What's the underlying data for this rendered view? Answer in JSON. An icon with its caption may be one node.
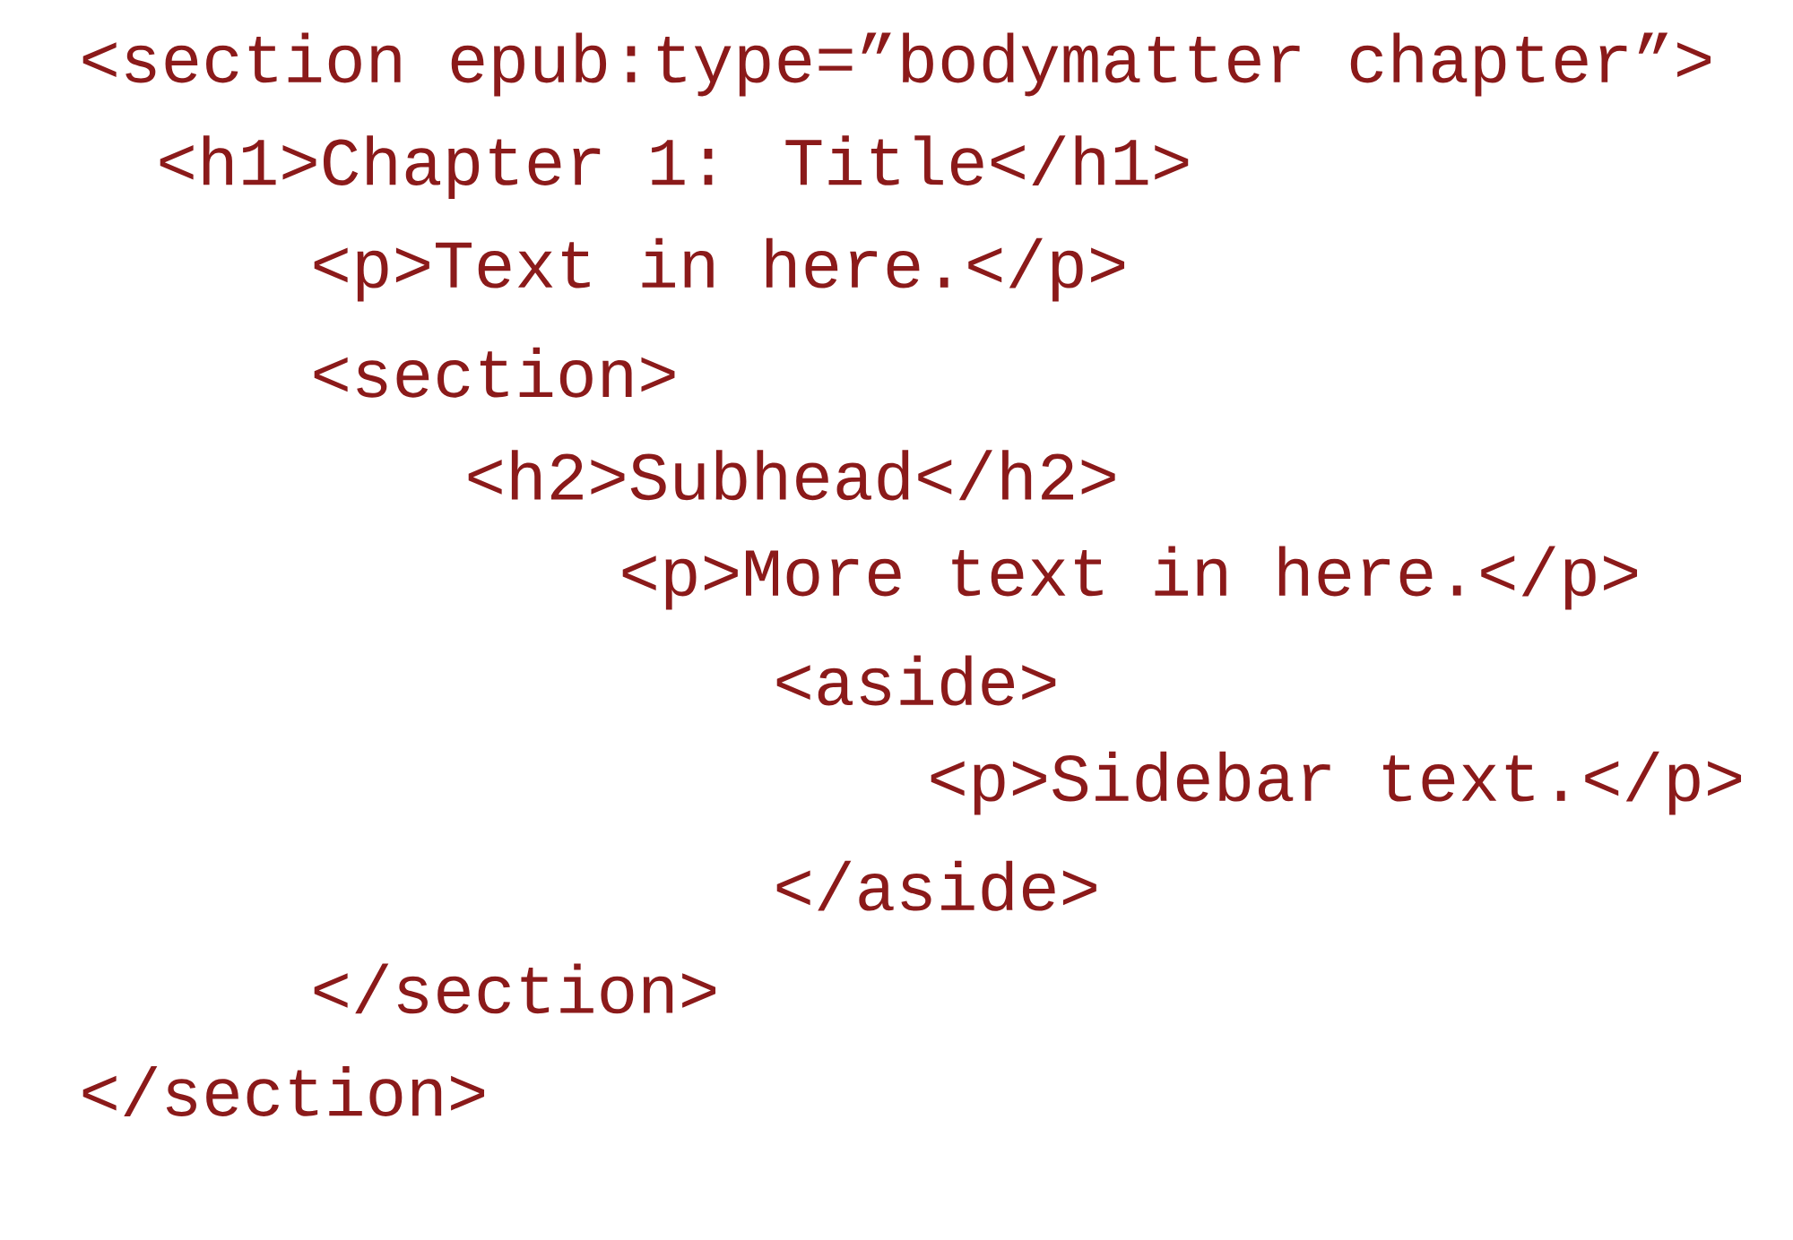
{
  "diagram": {
    "labels": [
      "<section epub:type=”bodymatter chapter”>",
      "<h1>Chapter 1: Title</h1>",
      "<p>Text in here.</p>",
      "<section>",
      "<h2>Subhead</h2>",
      "<p>More text in here.</p>",
      "<aside>",
      "<p>Sidebar text.</p>",
      "</aside>",
      "</section>",
      "</section>"
    ]
  }
}
